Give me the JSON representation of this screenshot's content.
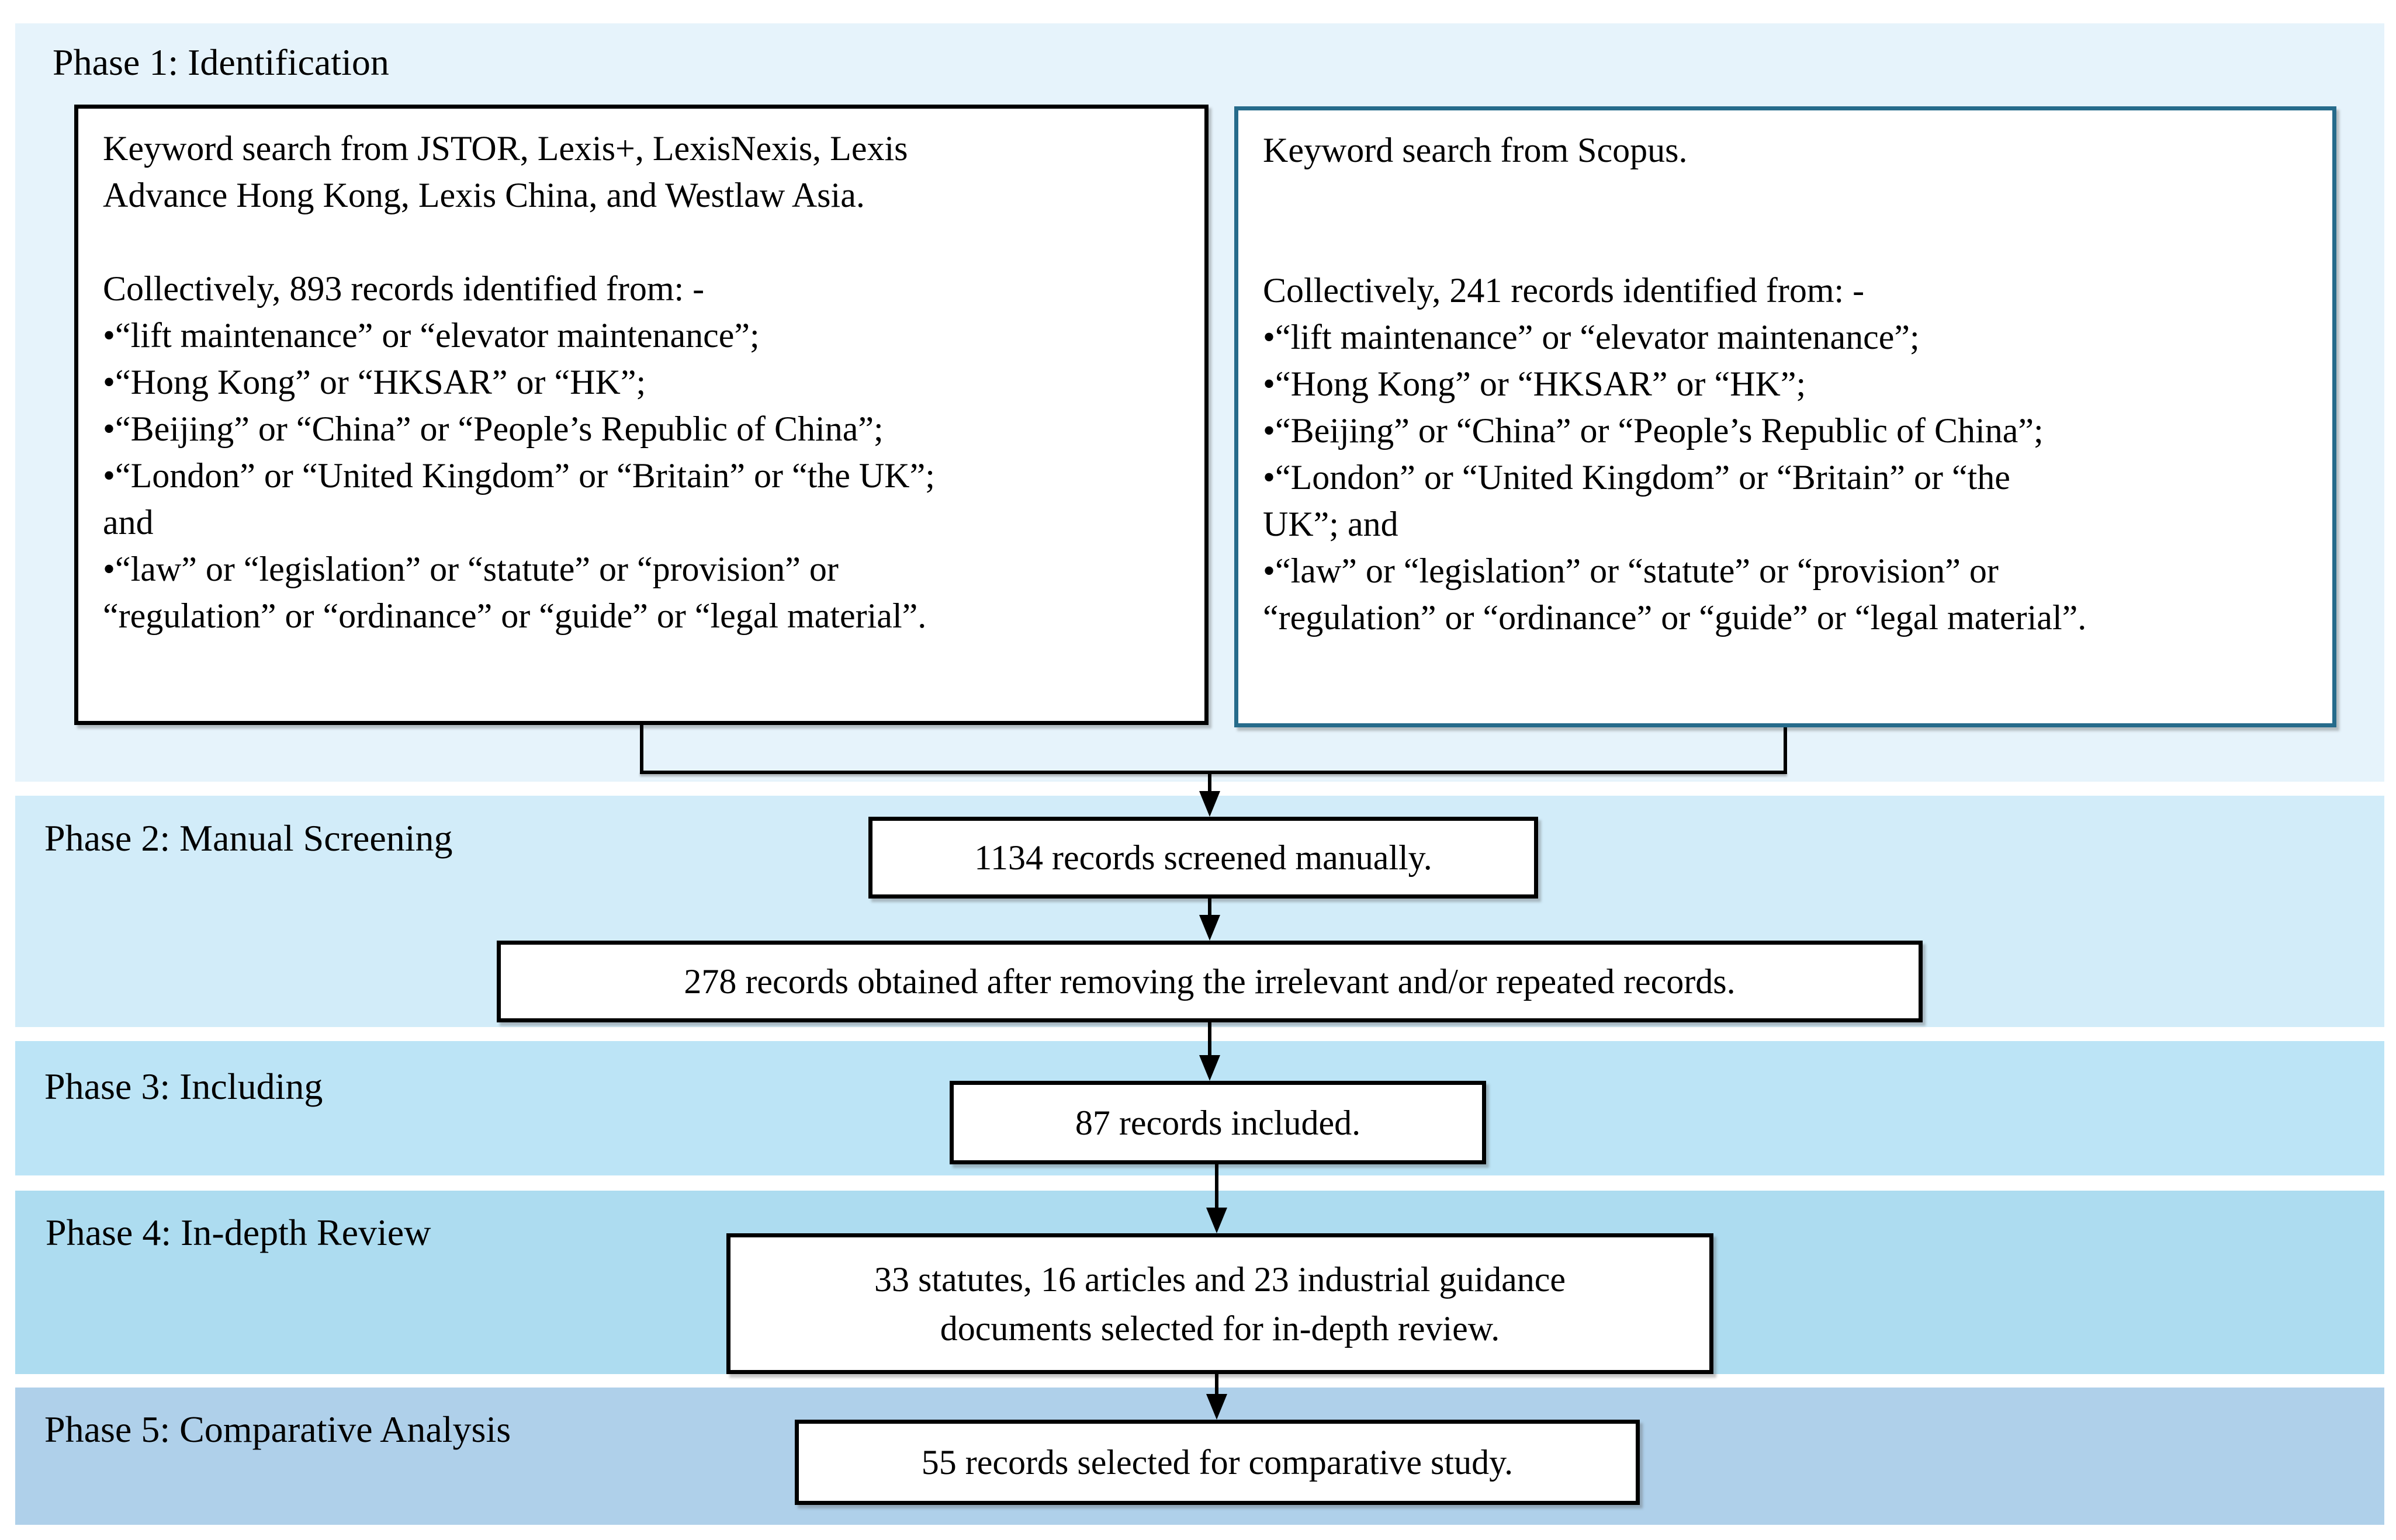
{
  "bands": [
    {
      "label": "Phase 1: Identification",
      "color": "#E6F3FB"
    },
    {
      "label": "Phase 2: Manual Screening",
      "color": "#D2ECF9"
    },
    {
      "label": "Phase 3: Including",
      "color": "#BCE4F6"
    },
    {
      "label": "Phase 4: In-depth Review",
      "color": "#ADDCF0"
    },
    {
      "label": "Phase 5: Comparative Analysis",
      "color": "#AFD0EA"
    }
  ],
  "identification": {
    "left_box": {
      "lines": [
        "Keyword search from JSTOR, Lexis+, LexisNexis, Lexis",
        "Advance Hong Kong, Lexis China, and Westlaw Asia.",
        "",
        "Collectively, 893 records identified from: -",
        "•“lift maintenance” or “elevator maintenance”;",
        "•“Hong Kong” or “HKSAR” or “HK”;",
        "•“Beijing” or “China” or “People’s Republic of China”;",
        "•“London” or “United Kingdom” or “Britain” or “the UK”;",
        "and",
        "•“law” or “legislation” or “statute” or “provision” or",
        "“regulation” or “ordinance” or “guide” or “legal material”."
      ]
    },
    "right_box": {
      "border_color": "#266B8B",
      "lines": [
        "Keyword search from Scopus.",
        "",
        "",
        "Collectively, 241 records identified from: -",
        "•“lift maintenance” or “elevator maintenance”;",
        "•“Hong Kong” or “HKSAR” or “HK”;",
        "•“Beijing” or “China” or “People’s Republic of China”;",
        "•“London” or “United Kingdom” or “Britain” or “the",
        "UK”; and",
        "•“law” or “legislation” or “statute” or “provision” or",
        "“regulation” or “ordinance” or “guide” or “legal material”."
      ]
    }
  },
  "screening": {
    "screened": "1134 records screened manually.",
    "deduped": "278 records obtained after removing the irrelevant and/or repeated records."
  },
  "including": {
    "included": "87 records included."
  },
  "indepth": {
    "line1": "33 statutes, 16 articles and 23 industrial guidance",
    "line2": "documents selected for in-depth review."
  },
  "comparative": {
    "selected": "55 records selected for comparative study."
  }
}
